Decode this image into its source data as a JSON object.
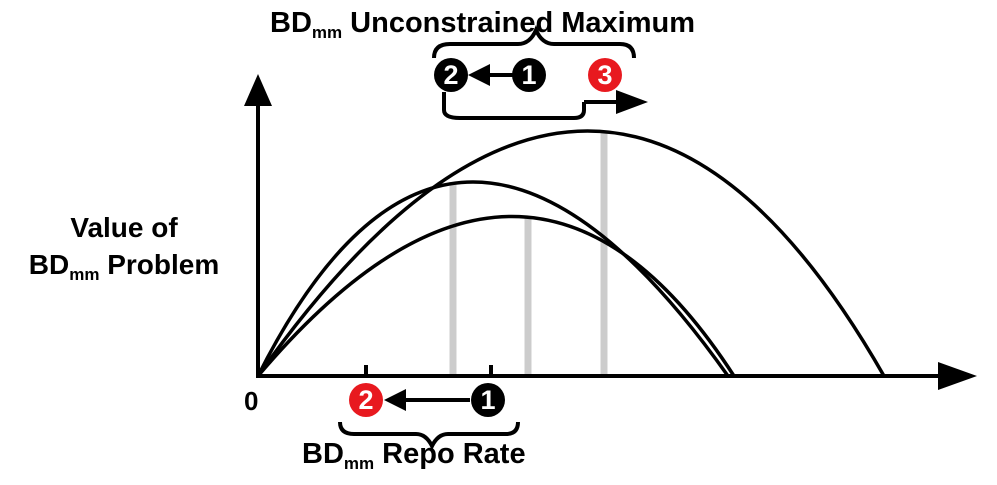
{
  "main": {
    "title": {
      "prefix": "BD",
      "sub": "mm",
      "suffix": " Unconstrained Maximum"
    },
    "y_label": {
      "line1": "Value of",
      "prefix": "BD",
      "sub": "mm",
      "suffix": " Problem"
    },
    "x_label": {
      "prefix": "BD",
      "sub": "mm",
      "suffix": " Repo Rate"
    },
    "origin": "0",
    "top_badges": [
      "2",
      "1",
      "3"
    ],
    "bottom_badges": [
      "2",
      "1"
    ]
  },
  "colors": {
    "badge_dark": "#000000",
    "badge_red": "#e8191f",
    "guide_line": "#cccccc"
  }
}
